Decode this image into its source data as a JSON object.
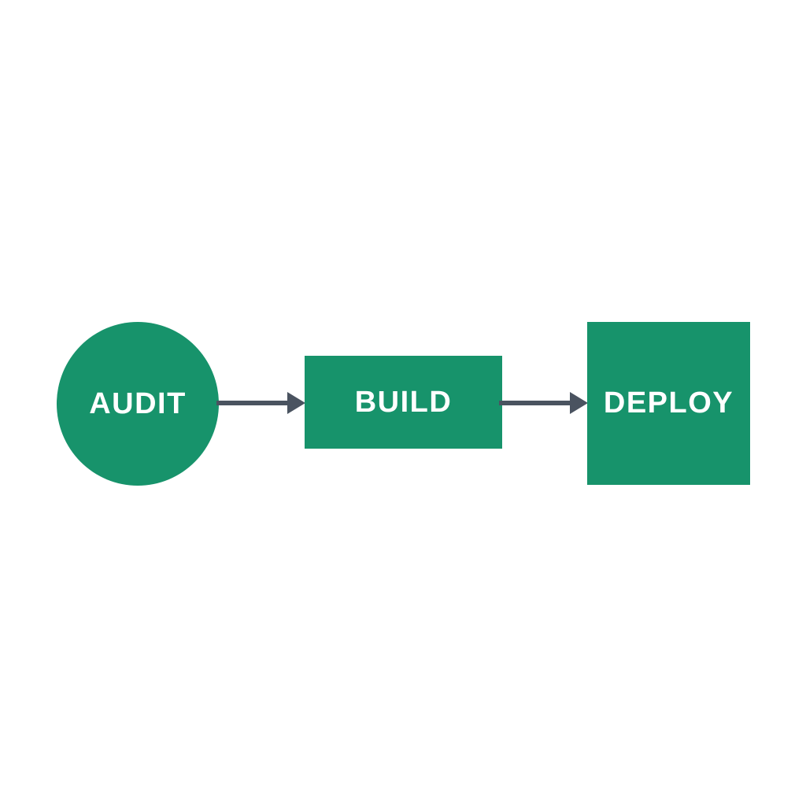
{
  "diagram": {
    "title": "audit-build-deploy-flow",
    "background_color": "#ffffff",
    "shape_color": "#17936b",
    "arrow_color": "#4a5360",
    "label_color": "#ffffff",
    "nodes": [
      {
        "id": "audit",
        "label": "AUDIT",
        "shape": "circle"
      },
      {
        "id": "build",
        "label": "BUILD",
        "shape": "rectangle"
      },
      {
        "id": "deploy",
        "label": "DEPLOY",
        "shape": "square"
      }
    ],
    "connections": [
      {
        "from": "audit",
        "to": "build",
        "style": "solid-arrow-right"
      },
      {
        "from": "build",
        "to": "deploy",
        "style": "solid-arrow-right"
      }
    ]
  }
}
